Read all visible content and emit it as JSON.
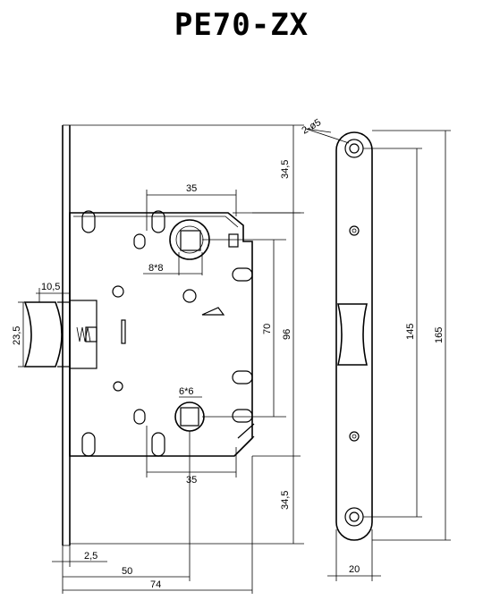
{
  "title": "PE70-ZX",
  "dimensions": {
    "d34_5_top": "34,5",
    "d35_top": "35",
    "d8x8": "8*8",
    "d10_5": "10,5",
    "d23_5": "23,5",
    "d70": "70",
    "d96": "96",
    "d6x6": "6*6",
    "d35_bottom": "35",
    "d34_5_bottom": "34,5",
    "d2_5": "2,5",
    "d50": "50",
    "d74": "74",
    "d2xphi5": "2-ø5",
    "d145": "145",
    "d165": "165",
    "d20": "20"
  }
}
